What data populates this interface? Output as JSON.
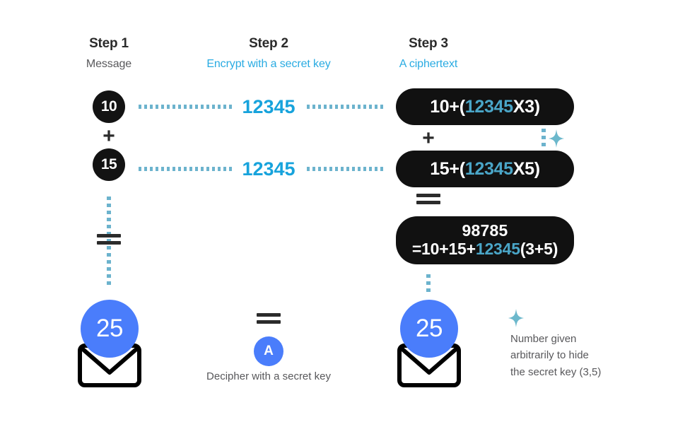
{
  "columns": {
    "step1": {
      "title": "Step 1",
      "subtitle": "Message",
      "subtitle_color": "#58585b",
      "values": [
        "10",
        "15"
      ],
      "operator": "+",
      "result": "25"
    },
    "step2": {
      "title": "Step 2",
      "subtitle": "Encrypt with a secret key",
      "subtitle_color": "#29abe2",
      "keys": [
        "12345",
        "12345"
      ],
      "key_color": "#17a3dc",
      "badge_letter": "A",
      "decipher_label": "Decipher with a secret key"
    },
    "step3": {
      "title": "Step 3",
      "subtitle": "A ciphertext",
      "subtitle_color": "#29abe2",
      "operator": "+",
      "pill1": {
        "prefix": "10+(",
        "key": "12345",
        "suffix": "X3)"
      },
      "pill2": {
        "prefix": "15+(",
        "key": "12345",
        "suffix": "X5)"
      },
      "pill3": {
        "line1": "98785",
        "line2_prefix": "=10+15+",
        "line2_key": "12345",
        "line2_suffix": "(3+5)"
      },
      "result": "25"
    }
  },
  "legend": {
    "line1": "Number given",
    "line2": "arbitrarily to hide",
    "line3": "the secret key (3,5)",
    "sparkle_color": "#6cb8cc"
  },
  "palette": {
    "background": "#ffffff",
    "ink": "#2b2b2b",
    "dotted": "#6cb3cd",
    "cyan": "#29abe2",
    "royal_blue": "#4a7dfb",
    "pill_black": "#111111"
  }
}
